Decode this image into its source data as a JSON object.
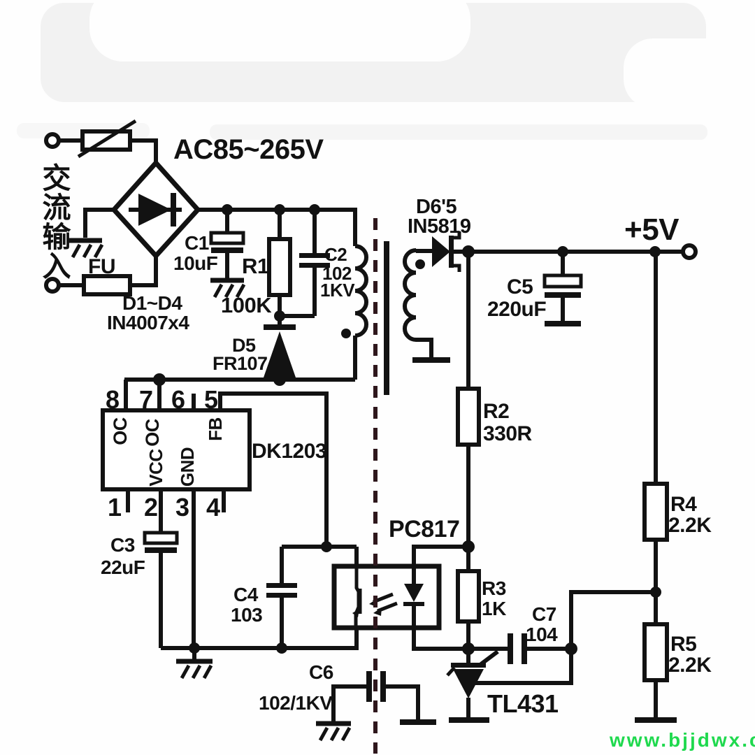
{
  "labels": {
    "ac_range": "AC85~265V",
    "ac_input_cn": "交流输入",
    "fuse": "FU",
    "bridge_ref": "D1~D4",
    "bridge_part": "IN4007x4",
    "output_5v": "+5V",
    "opto_part": "PC817",
    "shunt_part": "TL431"
  },
  "components": {
    "c1": {
      "ref": "C1",
      "value": "10uF"
    },
    "r1": {
      "ref": "R1",
      "value": "100K"
    },
    "c2": {
      "ref": "C2",
      "value": "102",
      "rating": "1KV"
    },
    "d5": {
      "ref": "D5",
      "part": "FR107"
    },
    "d6": {
      "ref": "D6'5",
      "part": "IN5819"
    },
    "c3": {
      "ref": "C3",
      "value": "22uF"
    },
    "c4": {
      "ref": "C4",
      "value": "103"
    },
    "c5": {
      "ref": "C5",
      "value": "220uF"
    },
    "c6": {
      "ref": "C6",
      "value": "102/1KV"
    },
    "c7": {
      "ref": "C7",
      "value": "104"
    },
    "r2": {
      "ref": "R2",
      "value": "330R"
    },
    "r3": {
      "ref": "R3",
      "value": "1K"
    },
    "r4": {
      "ref": "R4",
      "value": "2.2K"
    },
    "r5": {
      "ref": "R5",
      "value": "2.2K"
    }
  },
  "ic": {
    "part": "DK1203",
    "pins_top": [
      "8",
      "7",
      "6",
      "5"
    ],
    "pins_bottom": [
      "1",
      "2",
      "3",
      "4"
    ],
    "pin_names_top": [
      "OC",
      "OC",
      "FB"
    ],
    "pin_names_bottom": [
      "VCC",
      "GND"
    ]
  },
  "watermark": {
    "text": "www.bjjdwx.com",
    "color": "#1fd94e"
  },
  "colors": {
    "line": "#121212",
    "isolation_dash": "#2e171c",
    "background": "#ffffff"
  }
}
